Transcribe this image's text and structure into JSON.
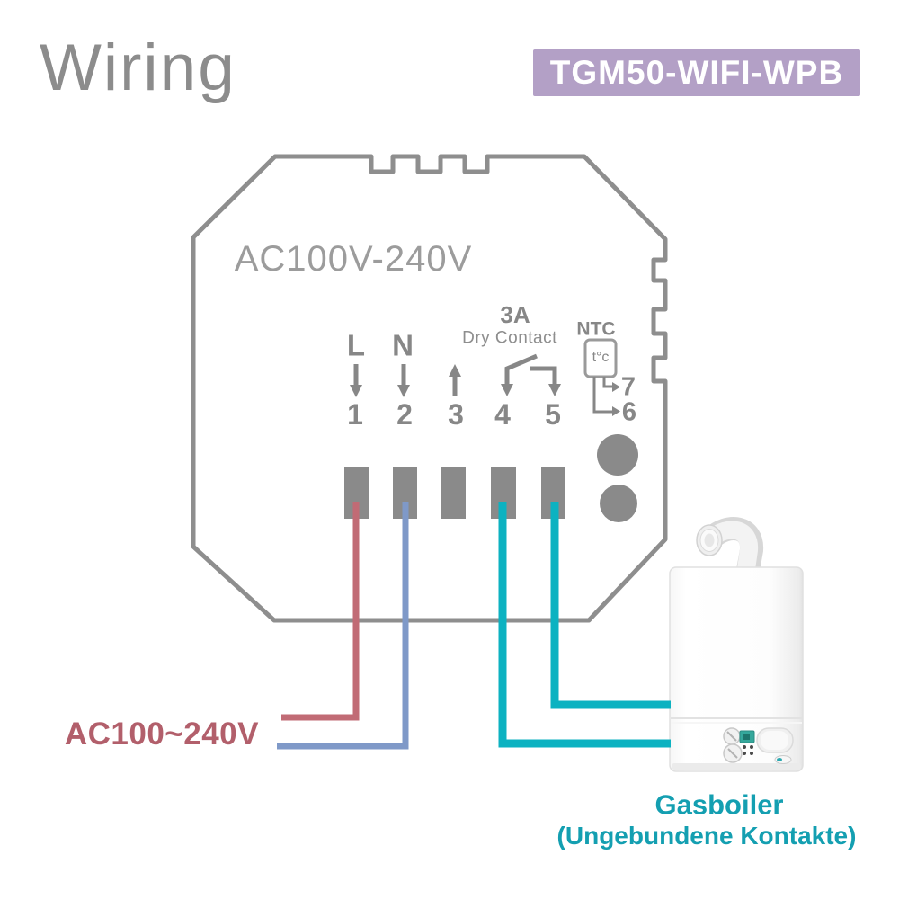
{
  "header": {
    "title": "Wiring",
    "model": "TGM50-WIFI-WPB",
    "badge_color": "#b3a0c6"
  },
  "device": {
    "voltage_label": "AC100V-240V",
    "relay": {
      "rating": "3A",
      "type": "Dry Contact"
    },
    "sensor": {
      "label": "NTC",
      "symbol": "t°c",
      "terminals": [
        "7",
        "6"
      ]
    },
    "line_label": "L",
    "neutral_label": "N",
    "terminal_numbers": [
      "1",
      "2",
      "3",
      "4",
      "5"
    ],
    "outline_color": "#8e8e8e",
    "terminal_block_color": "#8a8a8a"
  },
  "power": {
    "label": "AC100~240V",
    "label_color": "#b25f6b",
    "live_wire_color": "#c16b75",
    "neutral_wire_color": "#7f99c8"
  },
  "load": {
    "name": "Gasboiler",
    "subtitle": "(Ungebundene Kontakte)",
    "text_color": "#149fb1",
    "wire_color": "#0cb2c1"
  }
}
